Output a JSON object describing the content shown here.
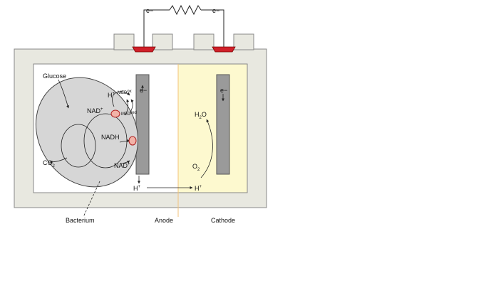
{
  "labels": {
    "electron_left": "e−",
    "electron_right": "e−",
    "electron_anode": "e−",
    "electron_cathode": "e−",
    "glucose": "Glucose",
    "proton_top": "H",
    "proton_top_sup": "+",
    "med_top": "MED",
    "med_top_sup": "ox",
    "med_mid": "MED",
    "med_mid_sup": "red",
    "nad_top": "NAD",
    "nad_top_sup": "+",
    "nadh": "NADH",
    "nad_bottom": "NAD",
    "nad_bottom_sup": "+",
    "co2": "CO",
    "co2_sub": "2",
    "water": "H",
    "water_sub": "2",
    "water_o": "O",
    "oxygen": "O",
    "oxygen_sub": "2",
    "proton_left": "H",
    "proton_left_sup": "+",
    "proton_right": "H",
    "proton_right_sup": "+",
    "bacterium": "Bacterium",
    "anode": "Anode",
    "cathode": "Cathode"
  },
  "colors": {
    "housing": "#e8e8e0",
    "cathode_chamber": "#fdf9cf",
    "electrode": "#9a9a9a",
    "bacterium": "#d6d6d6",
    "seal": "#d0202a",
    "enzyme": "#f2b3a8",
    "divider": "#f2c27a"
  },
  "icons": [
    "resistor-icon",
    "enzyme-icon",
    "seal-icon"
  ]
}
